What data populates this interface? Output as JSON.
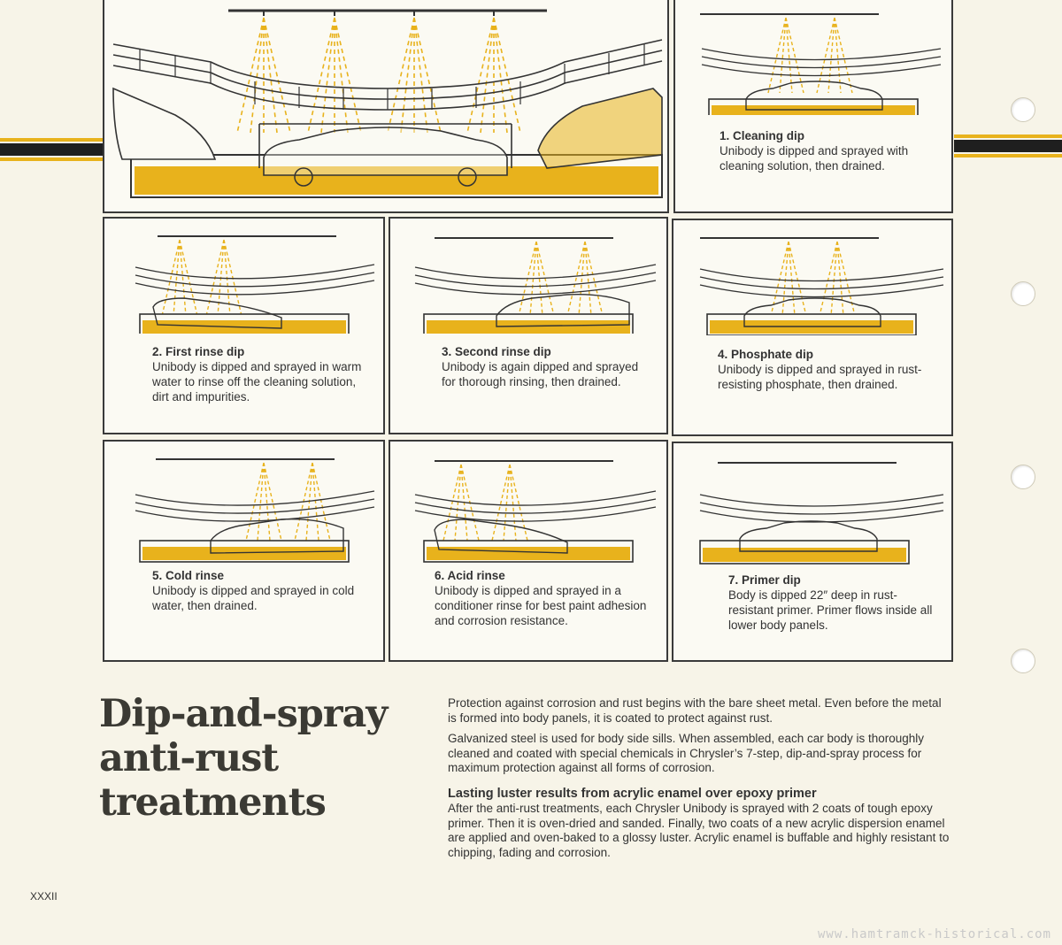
{
  "steps": [
    {
      "title": "1. Cleaning dip",
      "text": "Unibody is dipped and sprayed with cleaning solution, then drained."
    },
    {
      "title": "2. First rinse dip",
      "text": "Unibody is dipped and sprayed in warm water to rinse off the cleaning solution, dirt and impurities."
    },
    {
      "title": "3. Second rinse dip",
      "text": "Unibody is again dipped and sprayed for thorough rinsing, then drained."
    },
    {
      "title": "4. Phosphate dip",
      "text": "Unibody is dipped and sprayed in rust-resisting phosphate, then drained."
    },
    {
      "title": "5. Cold rinse",
      "text": "Unibody is dipped and sprayed in cold water, then drained."
    },
    {
      "title": "6. Acid rinse",
      "text": "Unibody is dipped and sprayed in a conditioner rinse for best paint adhesion and corrosion resistance."
    },
    {
      "title": "7. Primer dip",
      "text": "Body is dipped 22″ deep in rust-resistant primer. Primer flows inside all lower body panels."
    }
  ],
  "headline": [
    "Dip-and-spray",
    "anti-rust",
    "treatments"
  ],
  "body": {
    "p1": "Protection against corrosion and rust begins with the bare sheet metal. Even before the metal is formed into body panels, it is coated to protect against rust.",
    "p2": "Galvanized steel is used for body side sills. When assembled, each car body is thoroughly cleaned and coated with special chemicals in Chrysler’s 7-step, dip-and-spray process for maximum protection against all forms of corrosion.",
    "subhead": "Lasting luster results from acrylic enamel over epoxy primer",
    "p3": "After the anti-rust treatments, each Chrysler Unibody is sprayed with 2 coats of tough epoxy primer. Then it is oven-dried and sanded. Finally, two coats of a new acrylic dispersion enamel are applied and oven-baked to a glossy luster. Acrylic enamel is buffable and highly resistant to chipping, fading and corrosion."
  },
  "page_number": "XXXII",
  "watermark": "www.hamtramck-historical.com",
  "colors": {
    "tank_fill": "#e8b21c",
    "spray": "#e8b21c",
    "line": "#333333",
    "band": "#1f1f1f"
  }
}
